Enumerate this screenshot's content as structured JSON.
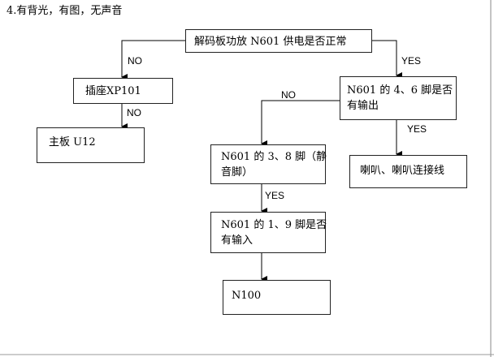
{
  "title": "4.有背光，有图，无声音",
  "nodes": {
    "decoder_power": "解码板功放 N601 供电是否正常",
    "socket": "插座XP101",
    "mainboard": "主板 U12",
    "n601_46": [
      "N601 的 4、6 脚是否",
      "有输出"
    ],
    "speaker": "喇叭、喇叭连接线",
    "n601_38": [
      "N601 的 3、8 脚（静",
      "音脚）"
    ],
    "n601_19": [
      "N601 的 1、9 脚是否",
      "有输入"
    ],
    "n100": "N100"
  },
  "edges": {
    "no1": "NO",
    "yes1": "YES",
    "no2": "NO",
    "no3": "NO",
    "yes2": "YES",
    "yes3": "YES"
  }
}
